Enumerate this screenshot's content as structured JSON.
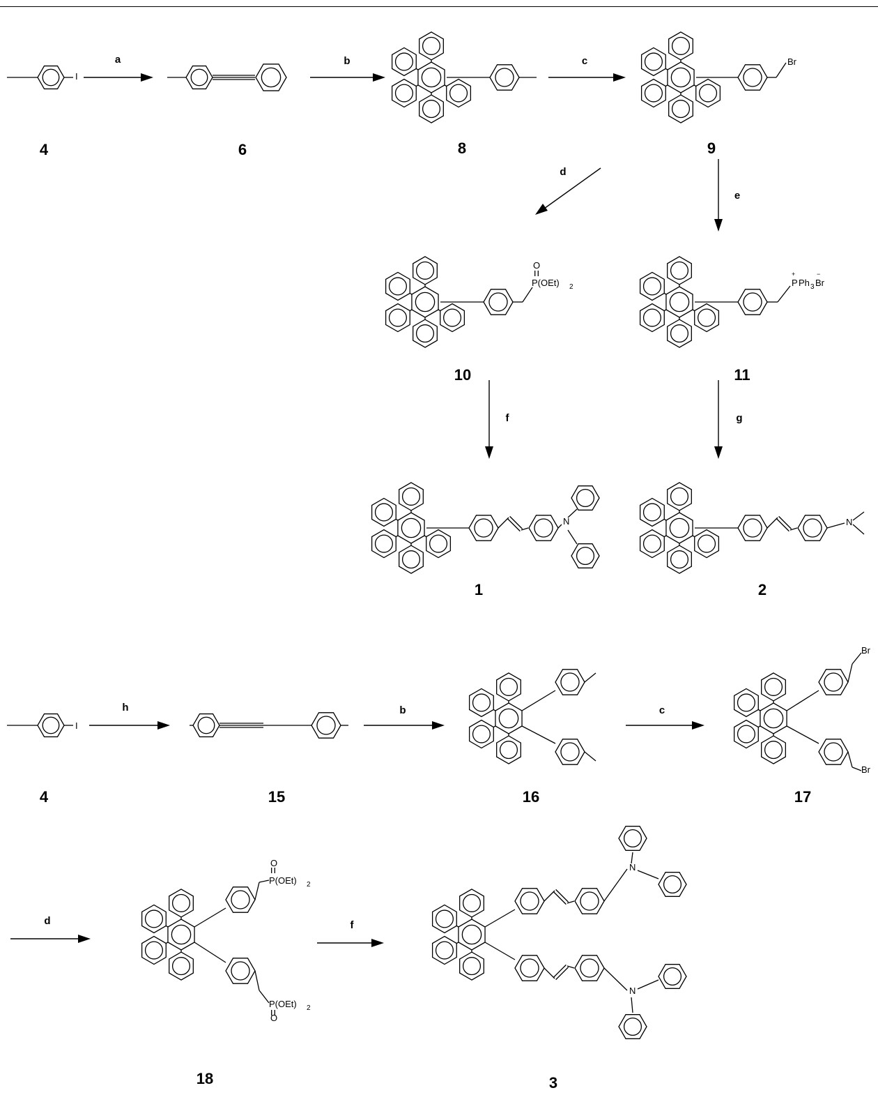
{
  "compounds": {
    "c4a": "4",
    "c6": "6",
    "c8": "8",
    "c9": "9",
    "c10": "10",
    "c11": "11",
    "c1": "1",
    "c2": "2",
    "c4b": "4",
    "c15": "15",
    "c16": "16",
    "c17": "17",
    "c18": "18",
    "c3": "3"
  },
  "steps": {
    "a": "a",
    "b1": "b",
    "c1": "c",
    "d1": "d",
    "e": "e",
    "f1": "f",
    "g": "g",
    "h": "h",
    "b2": "b",
    "c2": "c",
    "d2": "d",
    "f2": "f"
  },
  "atoms": {
    "iodine": "I",
    "bromine": "Br",
    "phosphoryl_o": "O",
    "phosphonate": "P(OEt)",
    "subscript_2": "2",
    "phosphonium_p": "P",
    "phosphonium_rest": "Ph",
    "subscript_3": "3",
    "plus": "+",
    "minus": "−",
    "nitrogen": "N"
  }
}
